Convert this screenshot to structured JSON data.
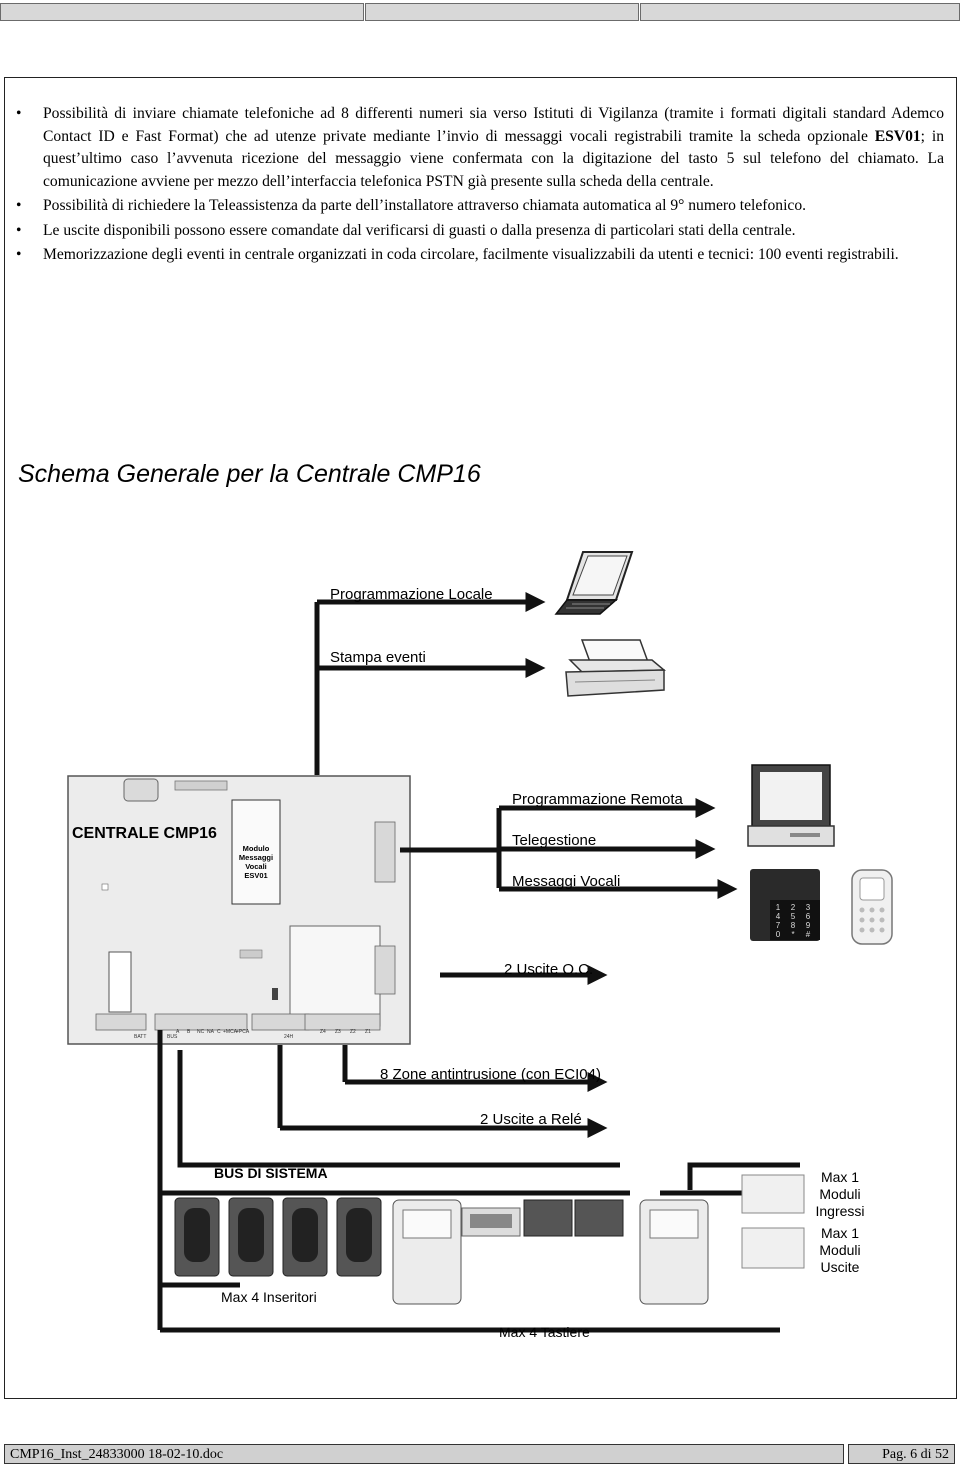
{
  "bullets": [
    {
      "before": "Possibilità di inviare chiamate telefoniche ad 8 differenti numeri sia verso Istituti di Vigilanza (tramite i formati digitali standard Ademco Contact ID e Fast Format) che ad utenze private mediante l’invio di messaggi vocali registrabili tramite la scheda opzionale ",
      "bold": "ESV01",
      "after": "; in quest’ultimo caso l’avvenuta ricezione del messaggio viene confermata con la digitazione del tasto 5 sul telefono del chiamato. La comunicazione avviene per mezzo dell’interfaccia telefonica PSTN già presente sulla scheda della centrale."
    },
    {
      "text": "Possibilità di richiedere la Teleassistenza da parte dell’installatore attraverso chiamata automatica al 9° numero telefonico."
    },
    {
      "text": "Le uscite disponibili possono essere comandate dal verificarsi di guasti o dalla presenza di particolari stati della centrale."
    },
    {
      "text": "Memorizzazione degli eventi in centrale organizzati in coda circolare, facilmente visualizzabili da utenti e tecnici: 100 eventi registrabili."
    }
  ],
  "section_title": "Schema Generale per la Centrale CMP16",
  "diagram": {
    "programmazione_locale": "Programmazione Locale",
    "stampa_eventi": "Stampa eventi",
    "board_title": "CENTRALE CMP16",
    "module_label": [
      "Modulo",
      "Messaggi",
      "Vocali",
      "ESV01"
    ],
    "programmazione_remota": "Programmazione Remota",
    "telegestione": "Telegestione",
    "messaggi_vocali": "Messaggi Vocali",
    "uscite_oc": "2 Uscite O.C.",
    "zone": "8 Zone antintrusione (con ECI04)",
    "uscite_rele": "2 Uscite a Relé",
    "bus": "BUS DI SISTEMA",
    "max_ingressi": [
      "Max 1",
      "Moduli",
      "Ingressi"
    ],
    "max_uscite": [
      "Max 1",
      "Moduli",
      "Uscite"
    ],
    "max_inseritori": "Max 4 Inseritori",
    "max_tastiere": "Max 4 Tastiere",
    "board_terminals": [
      "BATT",
      "BUS",
      "A",
      "B",
      "NC",
      "NA",
      "C",
      "+MCA",
      "+PCA",
      "24H",
      "Z4",
      "Z3",
      "Z2",
      "Z1"
    ],
    "keypad_keys": [
      "1",
      "2",
      "3",
      "4",
      "5",
      "6",
      "7",
      "8",
      "9",
      "0",
      "*",
      "#"
    ]
  },
  "footer": {
    "left": "CMP16_Inst_24833000 18-02-10.doc",
    "right": "Pag. 6 di 52"
  }
}
